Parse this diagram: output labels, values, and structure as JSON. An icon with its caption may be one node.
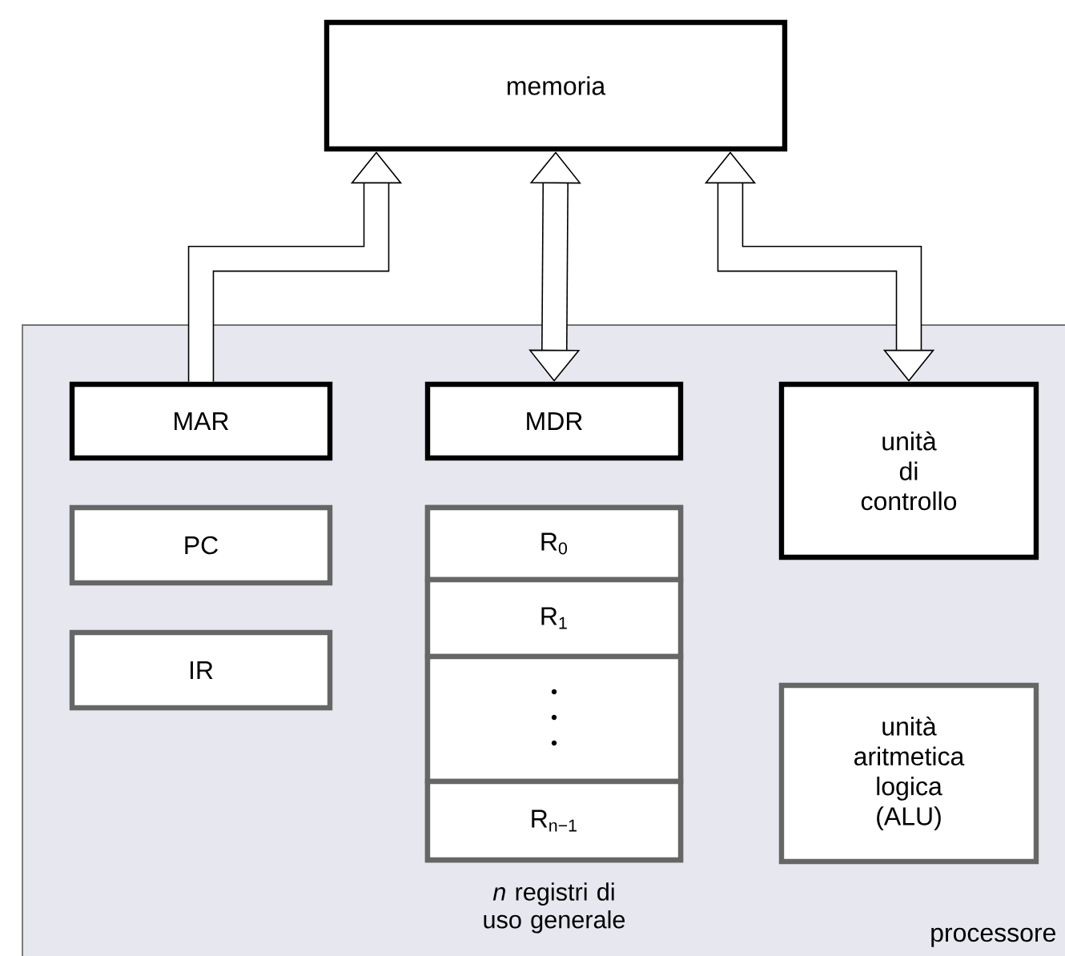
{
  "diagram": {
    "nodes": [
      {
        "text": [
          "memoria"
        ]
      },
      {
        "text": [
          "processore"
        ]
      },
      {
        "text": [
          "MAR"
        ],
        "in": 1
      },
      {
        "text": [
          "MDR"
        ],
        "in": 1
      },
      {
        "text": [
          "unità di controllo"
        ],
        "in": 1
      },
      {
        "text": [
          "PC"
        ],
        "in": 1
      },
      {
        "text": [],
        "shape": "box",
        "in": 1,
        "beside": [
          "*n* registri di uso generale"
        ]
      },
      {
        "text": [
          "R$_{0}$"
        ],
        "in": 6
      },
      {
        "text": [
          "R$_{1}$"
        ],
        "in": 6
      },
      {
        "text": [],
        "shape": "box",
        "in": 6
      },
      {
        "text": [
          "R$_{n−1}$"
        ],
        "in": 6
      },
      {
        "text": [
          "IR"
        ],
        "in": 1
      },
      {
        "text": [
          "unità aritmetica logica (ALU)"
        ],
        "in": 1
      }
    ],
    "edges": [
      {
        "from": 2,
        "to": 0,
        "arrow": "to"
      },
      {
        "from": 3,
        "to": 0,
        "arrow": "both"
      },
      {
        "from": 4,
        "to": 0,
        "arrow": "both"
      }
    ]
  }
}
